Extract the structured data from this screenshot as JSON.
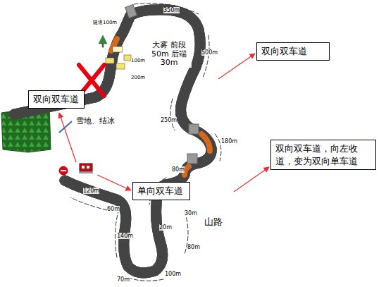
{
  "diagram": {
    "nodes": [
      {
        "text": [
          "双向双车道"
        ]
      },
      {
        "text": [
          "双向双车道"
        ]
      },
      {
        "text": [
          "双向双车道，向左收道，变为双向单车道"
        ]
      },
      {
        "text": [
          "单向双车道"
        ]
      }
    ],
    "labels": [
      "350m",
      "500m",
      "大雾 前段50m 后端30m",
      "250m",
      "180m",
      "80m",
      "120m",
      "60m",
      "140m",
      "70m",
      "100m",
      "80m",
      "20m",
      "30m",
      "山路",
      "雪地、结冰",
      "隧道100m",
      "200m",
      "100m"
    ]
  }
}
